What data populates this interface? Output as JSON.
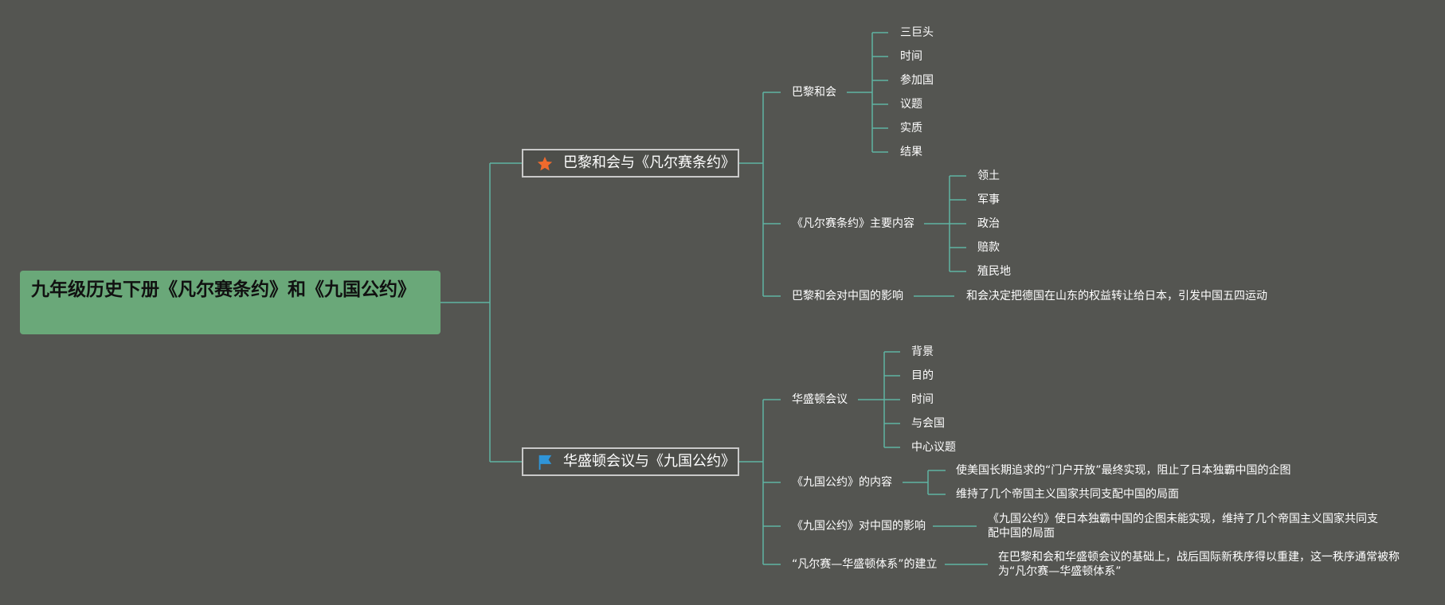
{
  "root": "九年级历史下册《凡尔赛条约》和《九国公约》",
  "branch1": {
    "title": "巴黎和会与《凡尔赛条约》",
    "icon": "star-icon",
    "paris": {
      "label": "巴黎和会",
      "items": [
        "三巨头",
        "时间",
        "参加国",
        "议题",
        "实质",
        "结果"
      ]
    },
    "versailles": {
      "label": "《凡尔赛条约》主要内容",
      "items": [
        "领土",
        "军事",
        "政治",
        "赔款",
        "殖民地"
      ]
    },
    "impact": {
      "label": "巴黎和会对中国的影响",
      "detail": "和会决定把德国在山东的权益转让给日本，引发中国五四运动"
    }
  },
  "branch2": {
    "title": "华盛顿会议与《九国公约》",
    "icon": "flag-icon",
    "washington": {
      "label": "华盛顿会议",
      "items": [
        "背景",
        "目的",
        "时间",
        "与会国",
        "中心议题"
      ]
    },
    "content": {
      "label": "《九国公约》的内容",
      "items": [
        "使美国长期追求的“门户开放”最终实现，阻止了日本独霸中国的企图",
        "维持了几个帝国主义国家共同支配中国的局面"
      ]
    },
    "impact": {
      "label": "《九国公约》对中国的影响",
      "detail": "《九国公约》使日本独霸中国的企图未能实现，维持了几个帝国主义国家共同支配中国的局面"
    },
    "system": {
      "label": "“凡尔赛—华盛顿体系”的建立",
      "detail": "在巴黎和会和华盛顿会议的基础上，战后国际新秩序得以重建，这一秩序通常被称为“凡尔赛—华盛顿体系”"
    }
  },
  "colors": {
    "background": "#545551",
    "root_fill": "#6aa879",
    "connector": "#5fb3a3",
    "star": "#ef6a2d",
    "flag": "#2f95d8"
  }
}
